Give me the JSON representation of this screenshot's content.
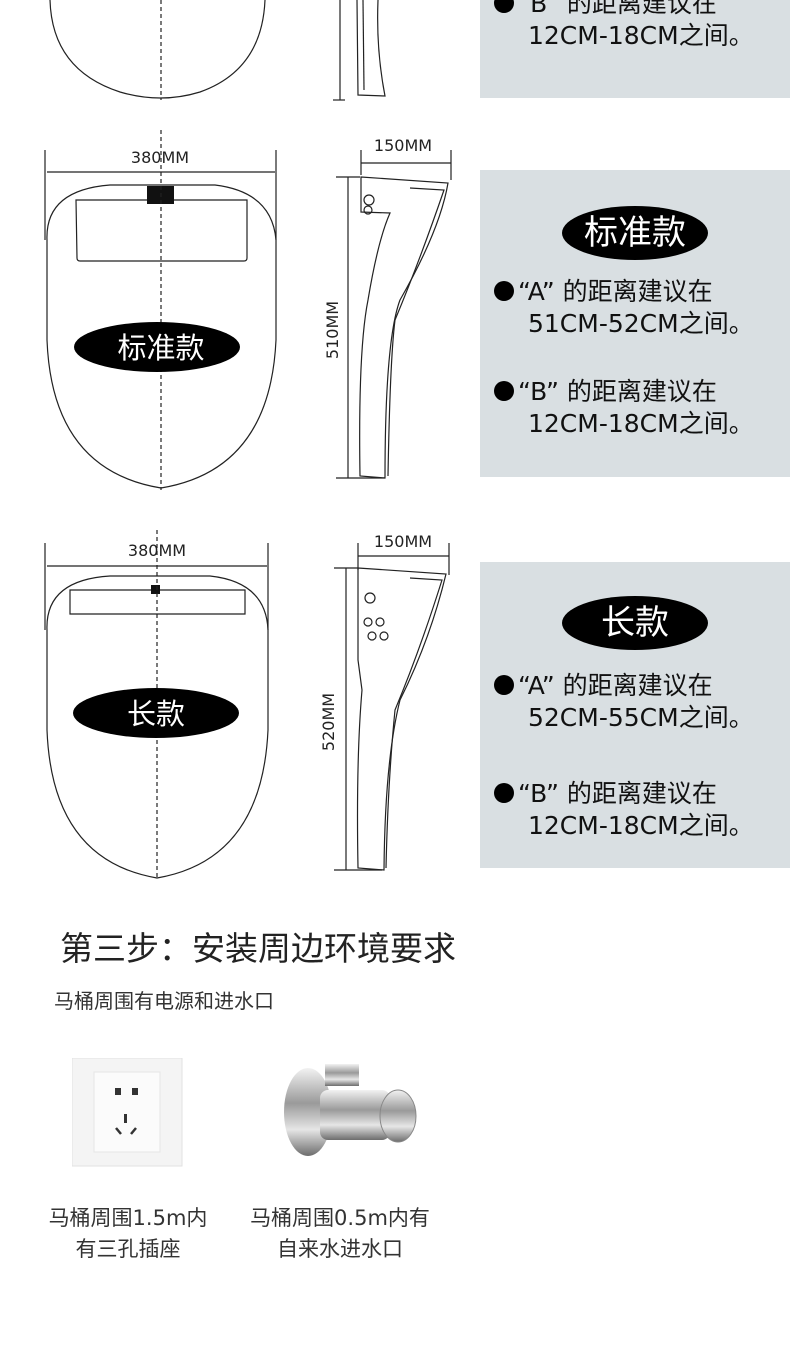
{
  "sections": [
    {
      "panel": {
        "lines": [
          "“B” 的距离建议在",
          "12CM-18CM之间。"
        ]
      }
    },
    {
      "width_label": "380MM",
      "depth_label": "150MM",
      "length_label": "510MM",
      "model_label": "标准款",
      "panel": {
        "title": "标准款",
        "lines": [
          "“A” 的距离建议在",
          "51CM-52CM之间。",
          "“B” 的距离建议在",
          "12CM-18CM之间。"
        ]
      }
    },
    {
      "width_label": "380MM",
      "depth_label": "150MM",
      "length_label": "520MM",
      "model_label": "长款",
      "panel": {
        "title": "长款",
        "lines": [
          "“A” 的距离建议在",
          "52CM-55CM之间。",
          "“B” 的距离建议在",
          "12CM-18CM之间。"
        ]
      }
    }
  ],
  "step3": {
    "heading": "第三步：安装周边环境要求",
    "subtitle": "马桶周围有电源和进水口",
    "items": [
      {
        "icon": "power-socket",
        "caption_line1": "马桶周围1.5m内",
        "caption_line2": "有三孔插座"
      },
      {
        "icon": "angle-valve",
        "caption_line1": "马桶周围0.5m内有",
        "caption_line2": "自来水进水口"
      }
    ]
  },
  "colors": {
    "panel_bg": "#d9dfe2",
    "pill_bg": "#000000"
  }
}
